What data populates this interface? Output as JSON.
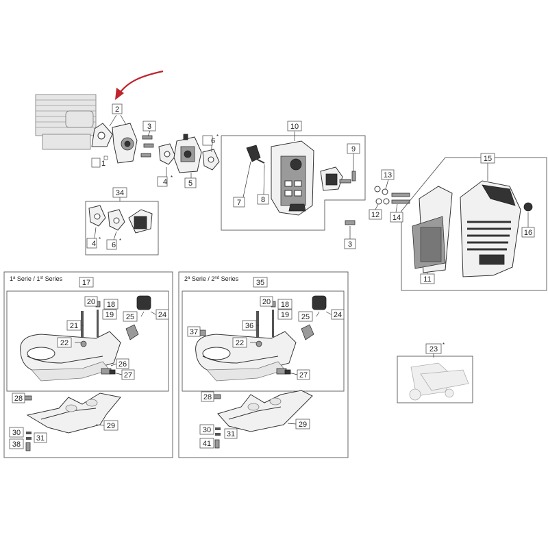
{
  "sections": {
    "serie1": {
      "text": "1",
      "sup1": "a",
      "mid": " Serie / 1",
      "sup2": "st",
      "tail": " Series"
    },
    "serie2": {
      "text": "2",
      "sup1": "a",
      "mid": " Serie / 2",
      "sup2": "nd",
      "tail": " Series"
    }
  },
  "callouts": {
    "c1": "1",
    "c2": "2",
    "c3": "3",
    "c3b": "3",
    "c4": "4",
    "c4b": "4",
    "c5": "5",
    "c6": "6",
    "c6b": "6",
    "c7": "7",
    "c8": "8",
    "c9": "9",
    "c10": "10",
    "c11": "11",
    "c12": "12",
    "c13": "13",
    "c14": "14",
    "c15": "15",
    "c16": "16",
    "c17": "17",
    "c18": "18",
    "c18b": "18",
    "c19": "19",
    "c19b": "19",
    "c20": "20",
    "c20b": "20",
    "c21": "21",
    "c22": "22",
    "c22b": "22",
    "c23": "23",
    "c24": "24",
    "c24b": "24",
    "c25": "25",
    "c25b": "25",
    "c26": "26",
    "c27": "27",
    "c27b": "27",
    "c28": "28",
    "c28b": "28",
    "c29": "29",
    "c29b": "29",
    "c30": "30",
    "c30b": "30",
    "c31": "31",
    "c31b": "31",
    "c34": "34",
    "c35": "35",
    "c36": "36",
    "c37": "37",
    "c38": "38",
    "c41": "41"
  },
  "marks": {
    "star": "*"
  },
  "colors": {
    "arrow": "#c0242c",
    "ink": "#222222",
    "frame": "#666666"
  }
}
